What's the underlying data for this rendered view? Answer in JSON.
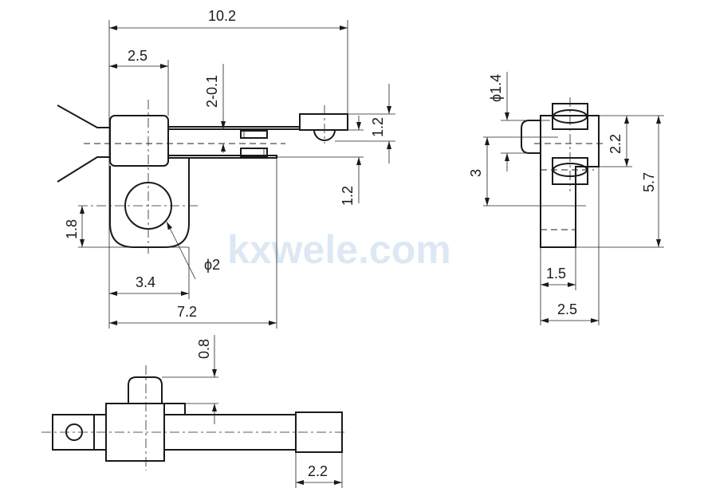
{
  "watermark": "kxwele.com",
  "front_view": {
    "overall_width": "10.2",
    "block_width": "2.5",
    "slot_width": "2-0.1",
    "tab_height": "1.2",
    "wire_offset": "1.2",
    "hole_height": "1.8",
    "hole_diameter": "ϕ2",
    "hole_position": "3.4",
    "bracket_width": "7.2"
  },
  "side_view": {
    "pin_diameter": "ϕ1.4",
    "pin_offset": "3",
    "upper_height": "2.2",
    "total_height": "5.7",
    "leg_width": "1.5",
    "total_width": "2.5"
  },
  "bottom_view": {
    "nub_height": "0.8",
    "end_length": "2.2"
  }
}
